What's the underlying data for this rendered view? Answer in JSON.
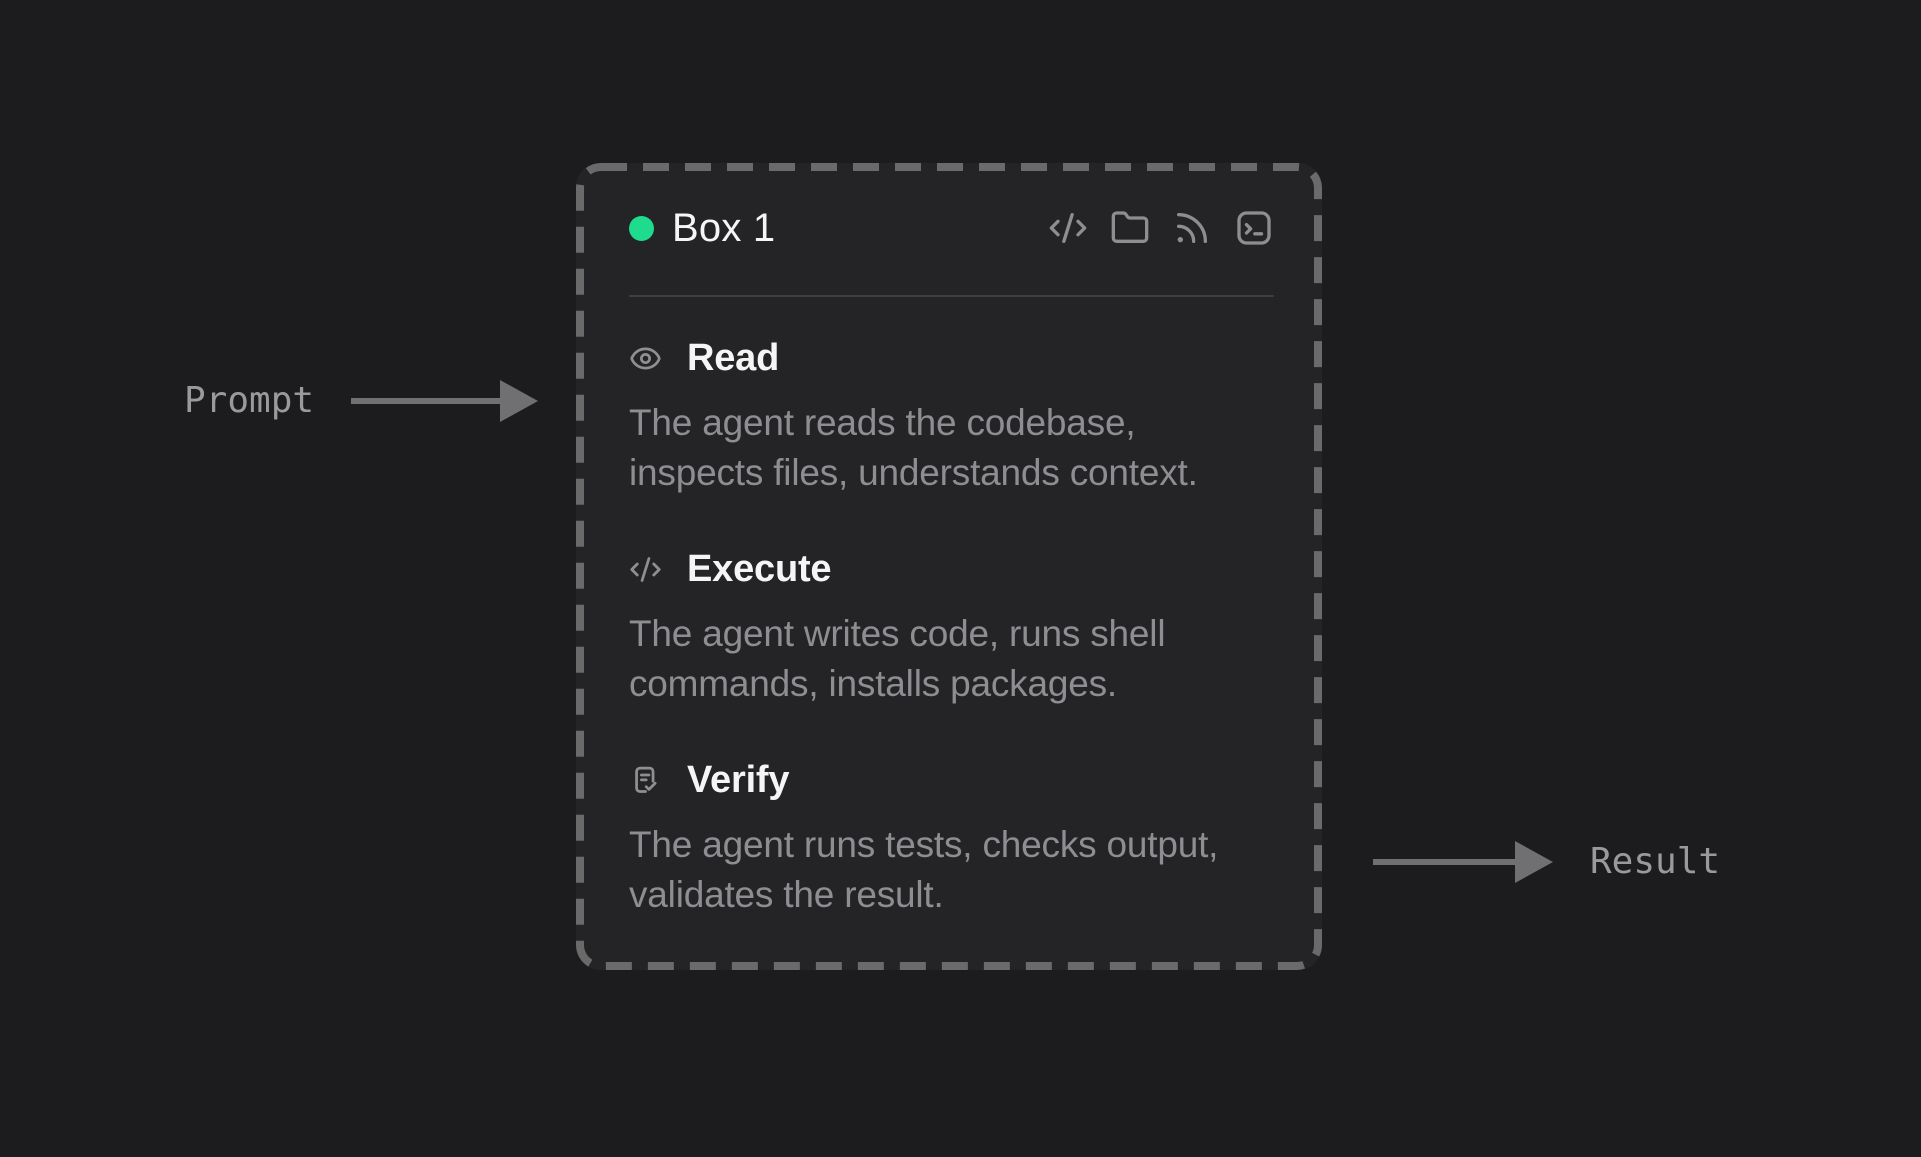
{
  "page": {
    "background": "#1c1c1e"
  },
  "box": {
    "title": "Box 1",
    "status_color": "#1fdb8d",
    "header_icons": [
      "code-icon",
      "folder-icon",
      "rss-icon",
      "terminal-icon"
    ],
    "sections": [
      {
        "icon": "eye-icon",
        "title": "Read",
        "lines": [
          "The agent reads the codebase,",
          "inspects files, understands context."
        ]
      },
      {
        "icon": "code-icon",
        "title": "Execute",
        "lines": [
          "The agent writes code, runs shell",
          "commands, installs packages."
        ]
      },
      {
        "icon": "clipboard-check-icon",
        "title": "Verify",
        "lines": [
          "The agent runs tests, checks output,",
          "validates the result."
        ]
      }
    ]
  },
  "annotations": {
    "prompt": {
      "label": "Prompt",
      "direction": "into-box"
    },
    "result": {
      "label": "Result",
      "direction": "out-of-box"
    }
  },
  "colors": {
    "box_background": "#242427",
    "dashed_border": "#6a6a6a",
    "title_text": "#f5f5f6",
    "body_text": "#8e8e92",
    "icon_gray": "#8e8e8e",
    "divider": "#3e3e41",
    "arrow": "#707072",
    "annotation_text": "#9a9a9c",
    "status_green": "#1fdb8d"
  }
}
